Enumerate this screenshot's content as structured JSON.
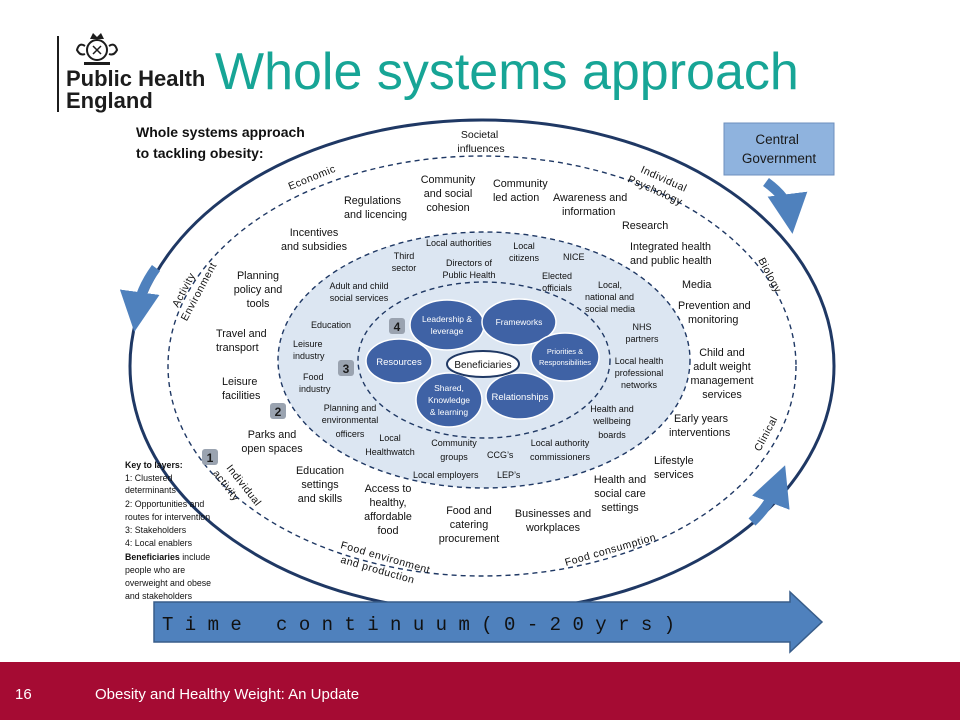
{
  "header": {
    "logo": {
      "line1": "Public Health",
      "line2": "England"
    },
    "title": "Whole systems approach"
  },
  "diagram": {
    "title_line1": "Whole systems approach",
    "title_line2": "to tackling obesity:",
    "central_government": {
      "line1": "Central",
      "line2": "Government"
    },
    "ring_labels": {
      "societal": {
        "line1": "Societal",
        "line2": "influences"
      },
      "economic": "Economic",
      "individual_psychology": {
        "line1": "Individual",
        "line2": "Psychology"
      },
      "activity_environment": {
        "line1": "Activity",
        "line2": "Environment"
      },
      "biology": "Biology",
      "clinical": "Clinical",
      "individual_activity": {
        "line1": "Individual",
        "line2": "activity"
      },
      "food_environment": {
        "line1": "Food environment",
        "line2": "and production"
      },
      "food_consumption": "Food consumption"
    },
    "layer2_items": {
      "regulations": {
        "line1": "Regulations",
        "line2": "and licencing"
      },
      "community_social": {
        "line1": "Community",
        "line2": "and social",
        "line3": "cohesion"
      },
      "community_led": {
        "line1": "Community",
        "line2": "led action"
      },
      "awareness": {
        "line1": "Awareness and",
        "line2": "information"
      },
      "research": "Research",
      "incentives": {
        "line1": "Incentives",
        "line2": "and subsidies"
      },
      "integrated_health": {
        "line1": "Integrated health",
        "line2": "and public health"
      },
      "planning_policy": {
        "line1": "Planning",
        "line2": "policy and",
        "line3": "tools"
      },
      "media": "Media",
      "prevention": {
        "line1": "Prevention and",
        "line2": "monitoring"
      },
      "travel": {
        "line1": "Travel and",
        "line2": "transport"
      },
      "child_adult": {
        "line1": "Child and",
        "line2": "adult weight",
        "line3": "management",
        "line4": "services"
      },
      "leisure_facilities": {
        "line1": "Leisure",
        "line2": "facilities"
      },
      "early_years": {
        "line1": "Early years",
        "line2": "interventions"
      },
      "parks": {
        "line1": "Parks and",
        "line2": "open spaces"
      },
      "lifestyle": {
        "line1": "Lifestyle",
        "line2": "services"
      },
      "education_settings": {
        "line1": "Education",
        "line2": "settings",
        "line3": "and skills"
      },
      "access_food": {
        "line1": "Access to",
        "line2": "healthy,",
        "line3": "affordable",
        "line4": "food"
      },
      "health_social_care": {
        "line1": "Health and",
        "line2": "social care",
        "line3": "settings"
      },
      "food_catering": {
        "line1": "Food and",
        "line2": "catering",
        "line3": "procurement"
      },
      "businesses": {
        "line1": "Businesses and",
        "line2": "workplaces"
      }
    },
    "layer3_items": {
      "local_authorities": "Local authorities",
      "local_citizens": {
        "line1": "Local",
        "line2": "citizens"
      },
      "third_sector": {
        "line1": "Third",
        "line2": "sector"
      },
      "directors": {
        "line1": "Directors of",
        "line2": "Public Health"
      },
      "nice": "NICE",
      "elected": {
        "line1": "Elected",
        "line2": "officials"
      },
      "adult_child_social": {
        "line1": "Adult and child",
        "line2": "social services"
      },
      "local_national_media": {
        "line1": "Local,",
        "line2": "national and",
        "line3": "social media"
      },
      "education": "Education",
      "nhs_partners": {
        "line1": "NHS",
        "line2": "partners"
      },
      "leisure_industry": {
        "line1": "Leisure",
        "line2": "industry"
      },
      "local_health_networks": {
        "line1": "Local health",
        "line2": "professional",
        "line3": "networks"
      },
      "food_industry": {
        "line1": "Food",
        "line2": "industry"
      },
      "planning_env": {
        "line1": "Planning and",
        "line2": "environmental",
        "line3": "officers"
      },
      "health_wellbeing": {
        "line1": "Health and",
        "line2": "wellbeing",
        "line3": "boards"
      },
      "local_healthwatch": {
        "line1": "Local",
        "line2": "Healthwatch"
      },
      "community_groups": {
        "line1": "Community",
        "line2": "groups"
      },
      "ccgs": "CCG’s",
      "la_commissioners": {
        "line1": "Local authority",
        "line2": "commissioners"
      },
      "local_employers": "Local employers",
      "leps": "LEP’s"
    },
    "enablers": {
      "leadership": {
        "line1": "Leadership &",
        "line2": "leverage"
      },
      "frameworks": "Frameworks",
      "resources": "Resources",
      "priorities": {
        "line1": "Priorities &",
        "line2": "Responsibilities"
      },
      "shared_knowledge": {
        "line1": "Shared,",
        "line2": "Knowledge",
        "line3": "& learning"
      },
      "relationships": "Relationships",
      "beneficiaries": "Beneficiaries"
    },
    "layer_badges": [
      "1",
      "2",
      "3",
      "4"
    ],
    "key": {
      "title": "Key to layers:",
      "line1": "1: Clustered",
      "line2": "determinants",
      "line3": "2: Opportunities and",
      "line4": "routes for intervention",
      "line5": "3: Stakeholders",
      "line6": "4: Local enablers",
      "line7_bold": "Beneficiaries",
      "line7_rest": " include",
      "line8": "people who are",
      "line9": "overweight and obese",
      "line10": "and stakeholders"
    },
    "time_continuum": "T i m e   c o n t i n u u m ( 0 - 2 0 y r s )"
  },
  "footer": {
    "page_number": "16",
    "text": "Obesity and Healthy Weight: An Update"
  },
  "colors": {
    "title_teal": "#17a596",
    "footer_red": "#a50b33",
    "enabler_blue": "#3f62a5",
    "central_gov_fill": "#8fb3de",
    "arrow_blue": "#4f81bd",
    "inner_fill": "#dce6f2",
    "badge_grey": "#9aa3b0"
  }
}
